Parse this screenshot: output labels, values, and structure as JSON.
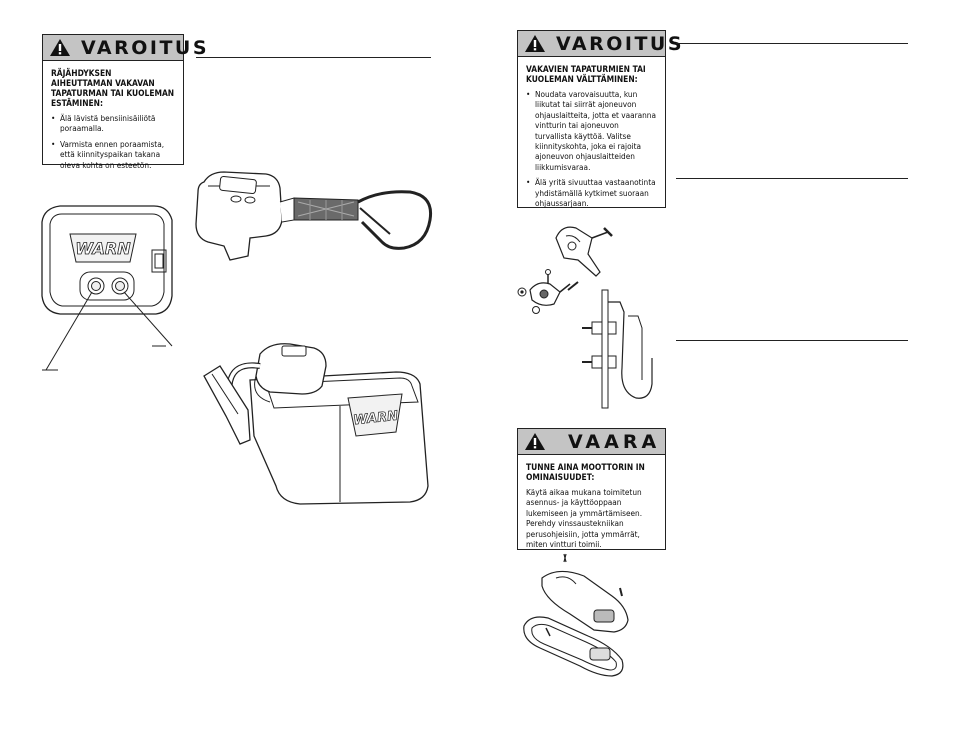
{
  "left_page": {
    "warning": {
      "title": "VAROITUS",
      "lead": "RÄJÄHDYKSEN AIHEUTTAMAN VAKAVAN TAPATURMAN TAI KUOLEMAN ESTÄMINEN:",
      "items": [
        "Älä lävistä bensiinisäiliötä poraamalla.",
        "Varmista ennen poraamista, että kiinnityspaikan takana oleva kohta on esteetön."
      ]
    },
    "logo_text": "WARN"
  },
  "right_page": {
    "warning": {
      "title": "VAROITUS",
      "lead": "VAKAVIEN TAPATURMIEN TAI KUOLEMAN VÄLTTÄMINEN:",
      "items": [
        "Noudata varovaisuutta, kun liikutat tai siirrät ajoneuvon ohjauslaitteita, jotta et vaaranna vintturin tai ajoneuvon turvallista käyttöä. Valitse kiinnityskohta, joka ei rajoita ajoneuvon ohjauslaitteiden liikkumisvaraa.",
        "Älä yritä sivuuttaa vastaanotinta yhdistämällä kytkimet suoraan ohjaussarjaan."
      ]
    },
    "danger": {
      "title": "VAARA",
      "lead": "TUNNE AINA MOOTTORIN IN OMINAISUUDET:",
      "body": "Käytä aikaa mukana toimitetun asennus- ja käyttöoppaan lukemiseen ja ymmärtämiseen. Perehdy vinssaustekniikan perusohjeisiin, jotta ymmärrät, miten vintturi toimii."
    }
  },
  "colors": {
    "header_gray": "#c4c4c4",
    "ink": "#222222"
  }
}
